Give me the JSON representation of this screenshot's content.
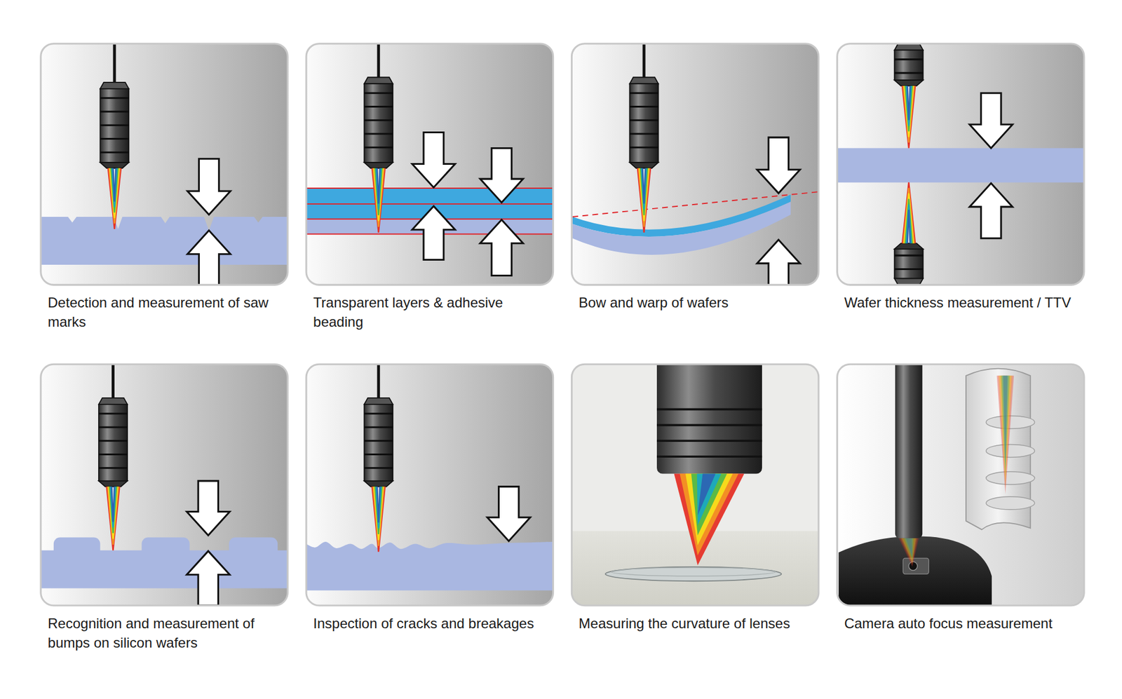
{
  "diagram": {
    "nodes": [
      {
        "text": [
          "Detection and measurement of saw marks"
        ]
      },
      {
        "text": [
          "Transparent layers & adhesive beading"
        ]
      },
      {
        "text": [
          "Bow and warp of wafers"
        ]
      },
      {
        "text": [
          "Wafer thickness measurement / TTV"
        ]
      },
      {
        "text": [
          "Recognition and measurement of bumps on silicon wafers"
        ]
      },
      {
        "text": [
          "Inspection of cracks and breakages"
        ]
      },
      {
        "text": [
          "Measuring the curvature of lenses"
        ]
      },
      {
        "text": [
          "Camera auto focus measurement"
        ]
      }
    ]
  }
}
